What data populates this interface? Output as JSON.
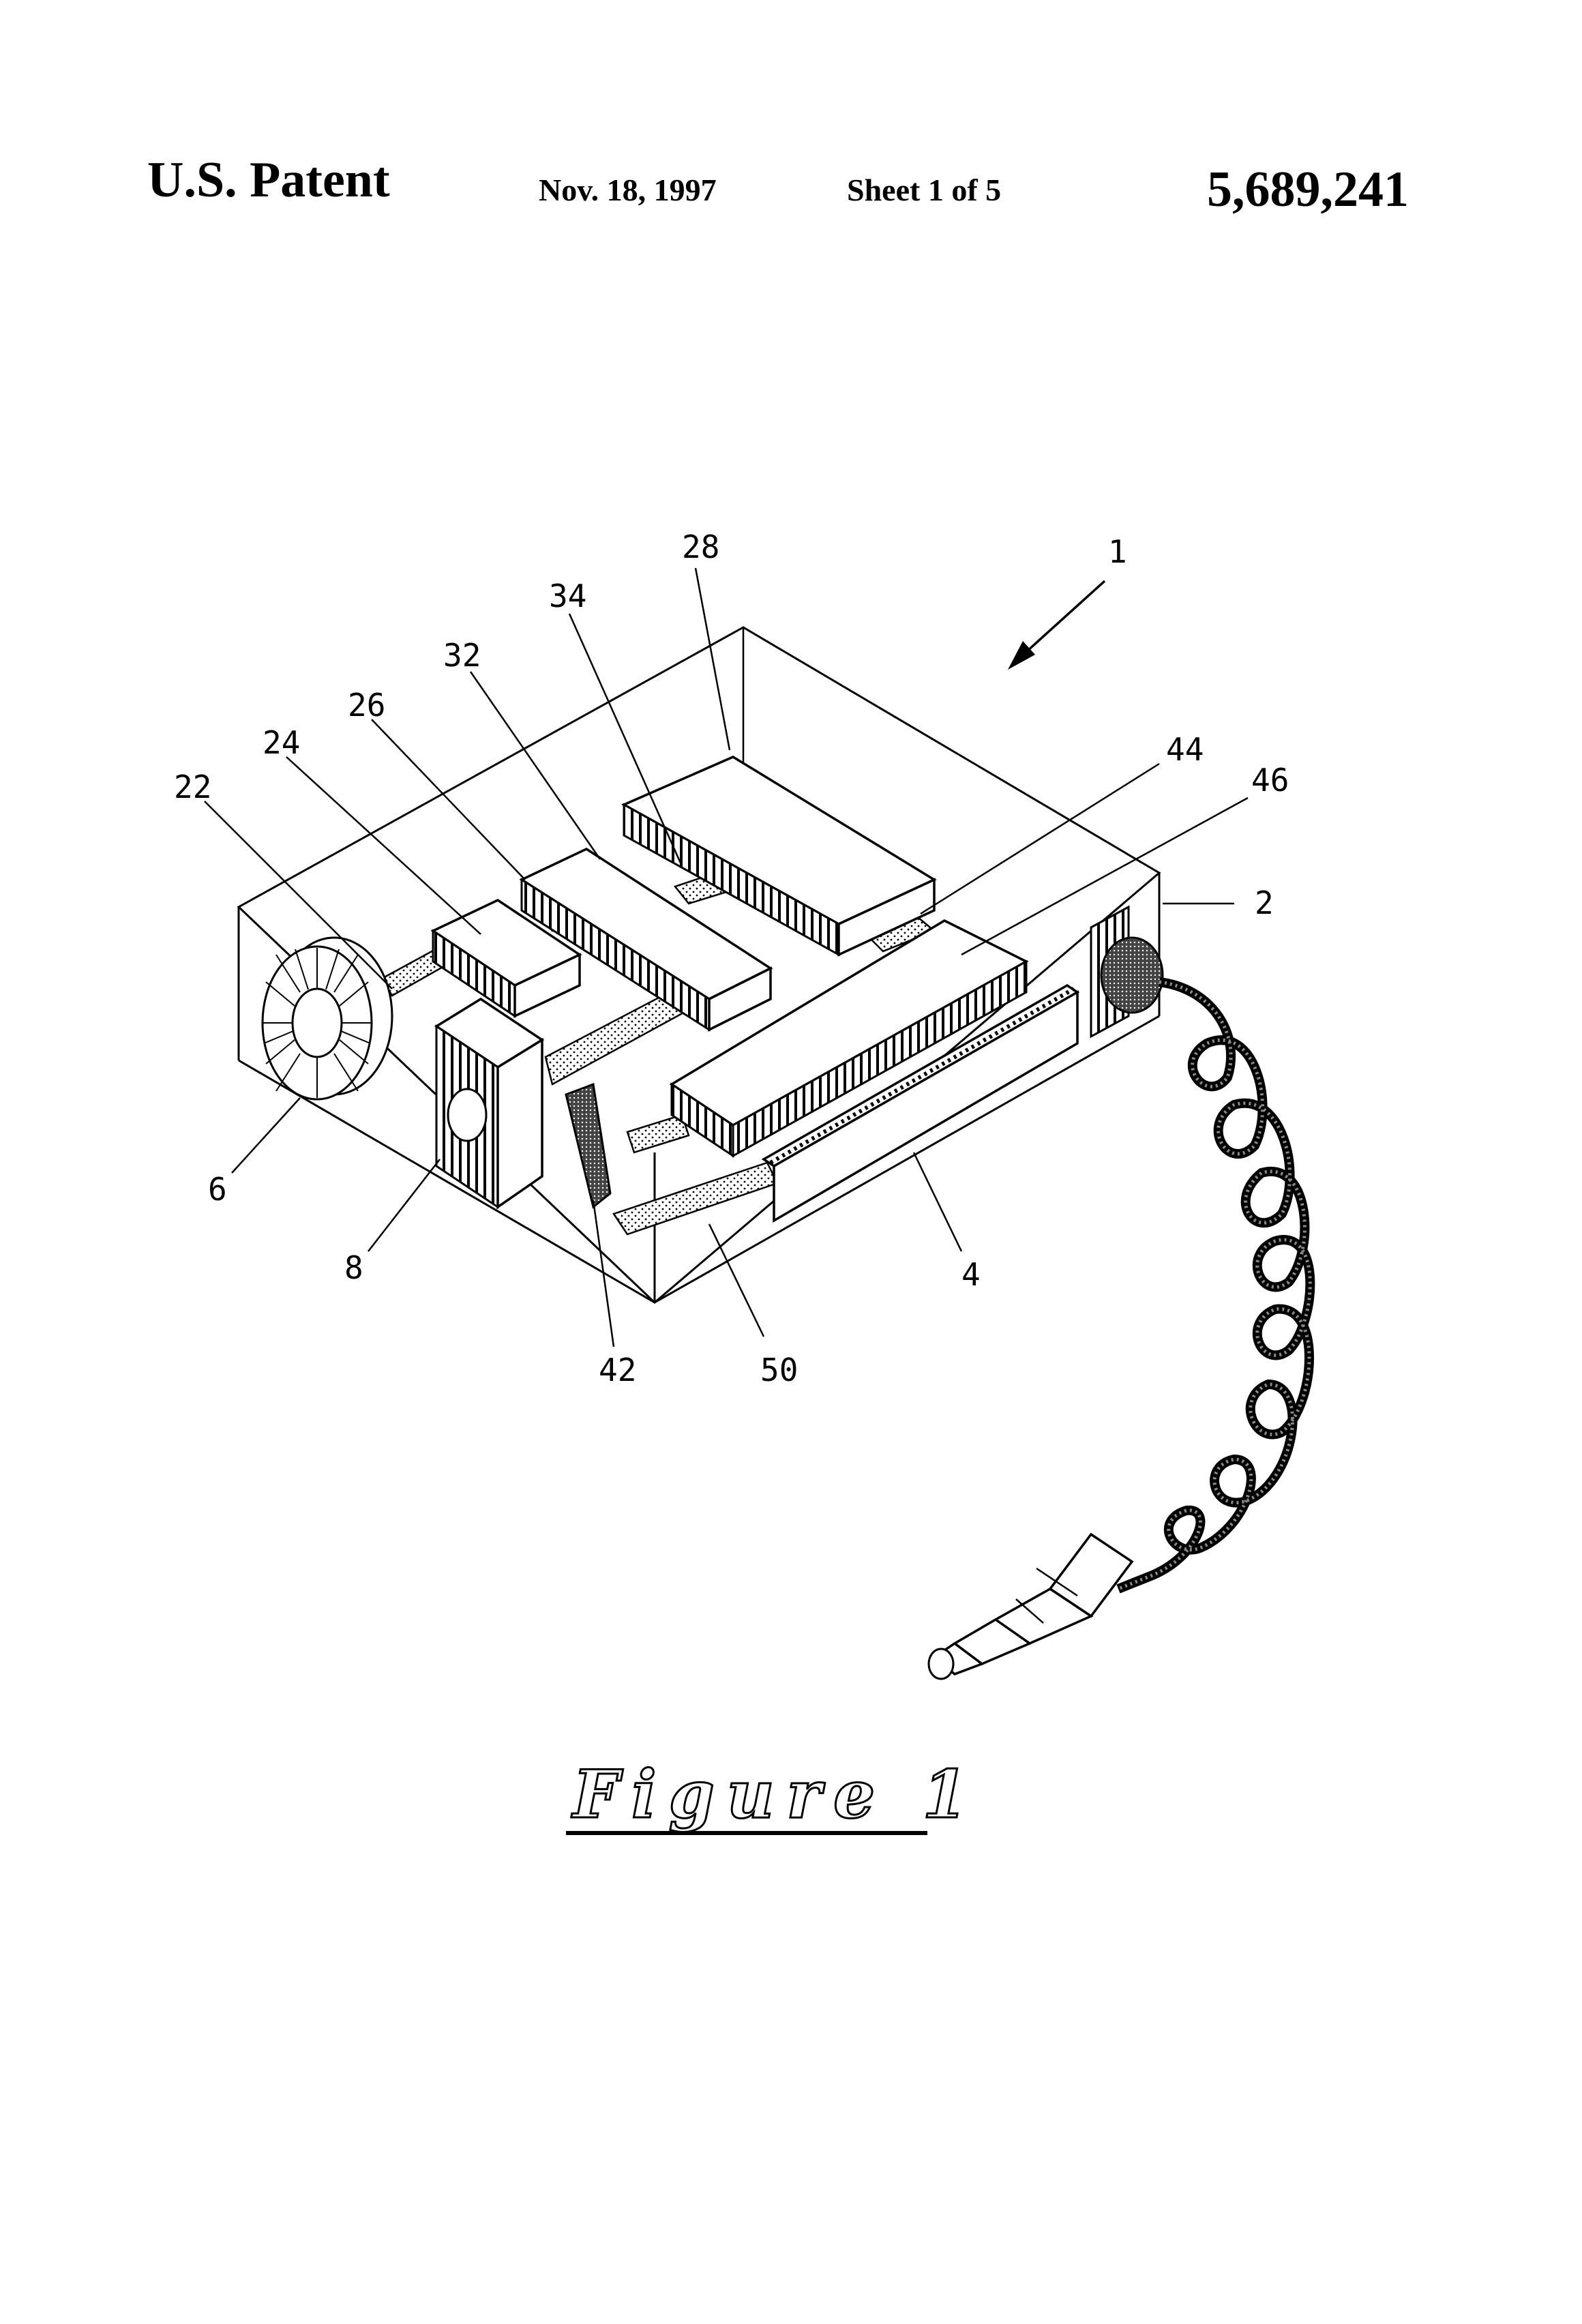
{
  "header": {
    "patent_label": "U.S. Patent",
    "date": "Nov. 18, 1997",
    "sheet": "Sheet 1 of 5",
    "patent_number": "5,689,241"
  },
  "figure": {
    "caption": "Figure 1",
    "reference_numerals": {
      "r1": "1",
      "r2": "2",
      "r4": "4",
      "r6": "6",
      "r8": "8",
      "r22": "22",
      "r24": "24",
      "r26": "26",
      "r28": "28",
      "r32": "32",
      "r34": "34",
      "r42": "42",
      "r44": "44",
      "r46": "46",
      "r50": "50"
    }
  }
}
